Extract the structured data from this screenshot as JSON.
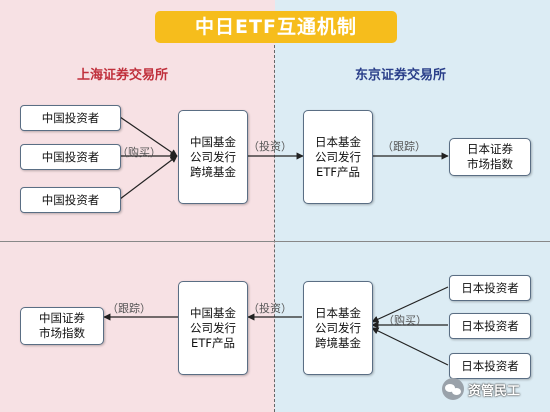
{
  "title": "中日ETF互通机制",
  "exchanges": {
    "left": "上海证券交易所",
    "right": "东京证券交易所"
  },
  "top_flow": {
    "investors": [
      "中国投资者",
      "中国投资者",
      "中国投资者"
    ],
    "buy_label": "（购买）",
    "fund_lines": [
      "中国基金",
      "公司发行",
      "跨境基金"
    ],
    "invest_label": "（投资）",
    "target_lines": [
      "日本基金",
      "公司发行",
      "ETF产品"
    ],
    "track_label": "（跟踪）",
    "index_lines": [
      "日本证券",
      "市场指数"
    ]
  },
  "bottom_flow": {
    "index_lines": [
      "中国证券",
      "市场指数"
    ],
    "track_label": "（跟踪）",
    "target_lines": [
      "中国基金",
      "公司发行",
      "ETF产品"
    ],
    "invest_label": "（投资）",
    "fund_lines": [
      "日本基金",
      "公司发行",
      "跨境基金"
    ],
    "buy_label": "（购买）",
    "investors": [
      "日本投资者",
      "日本投资者",
      "日本投资者"
    ]
  },
  "watermark": "资管民工"
}
